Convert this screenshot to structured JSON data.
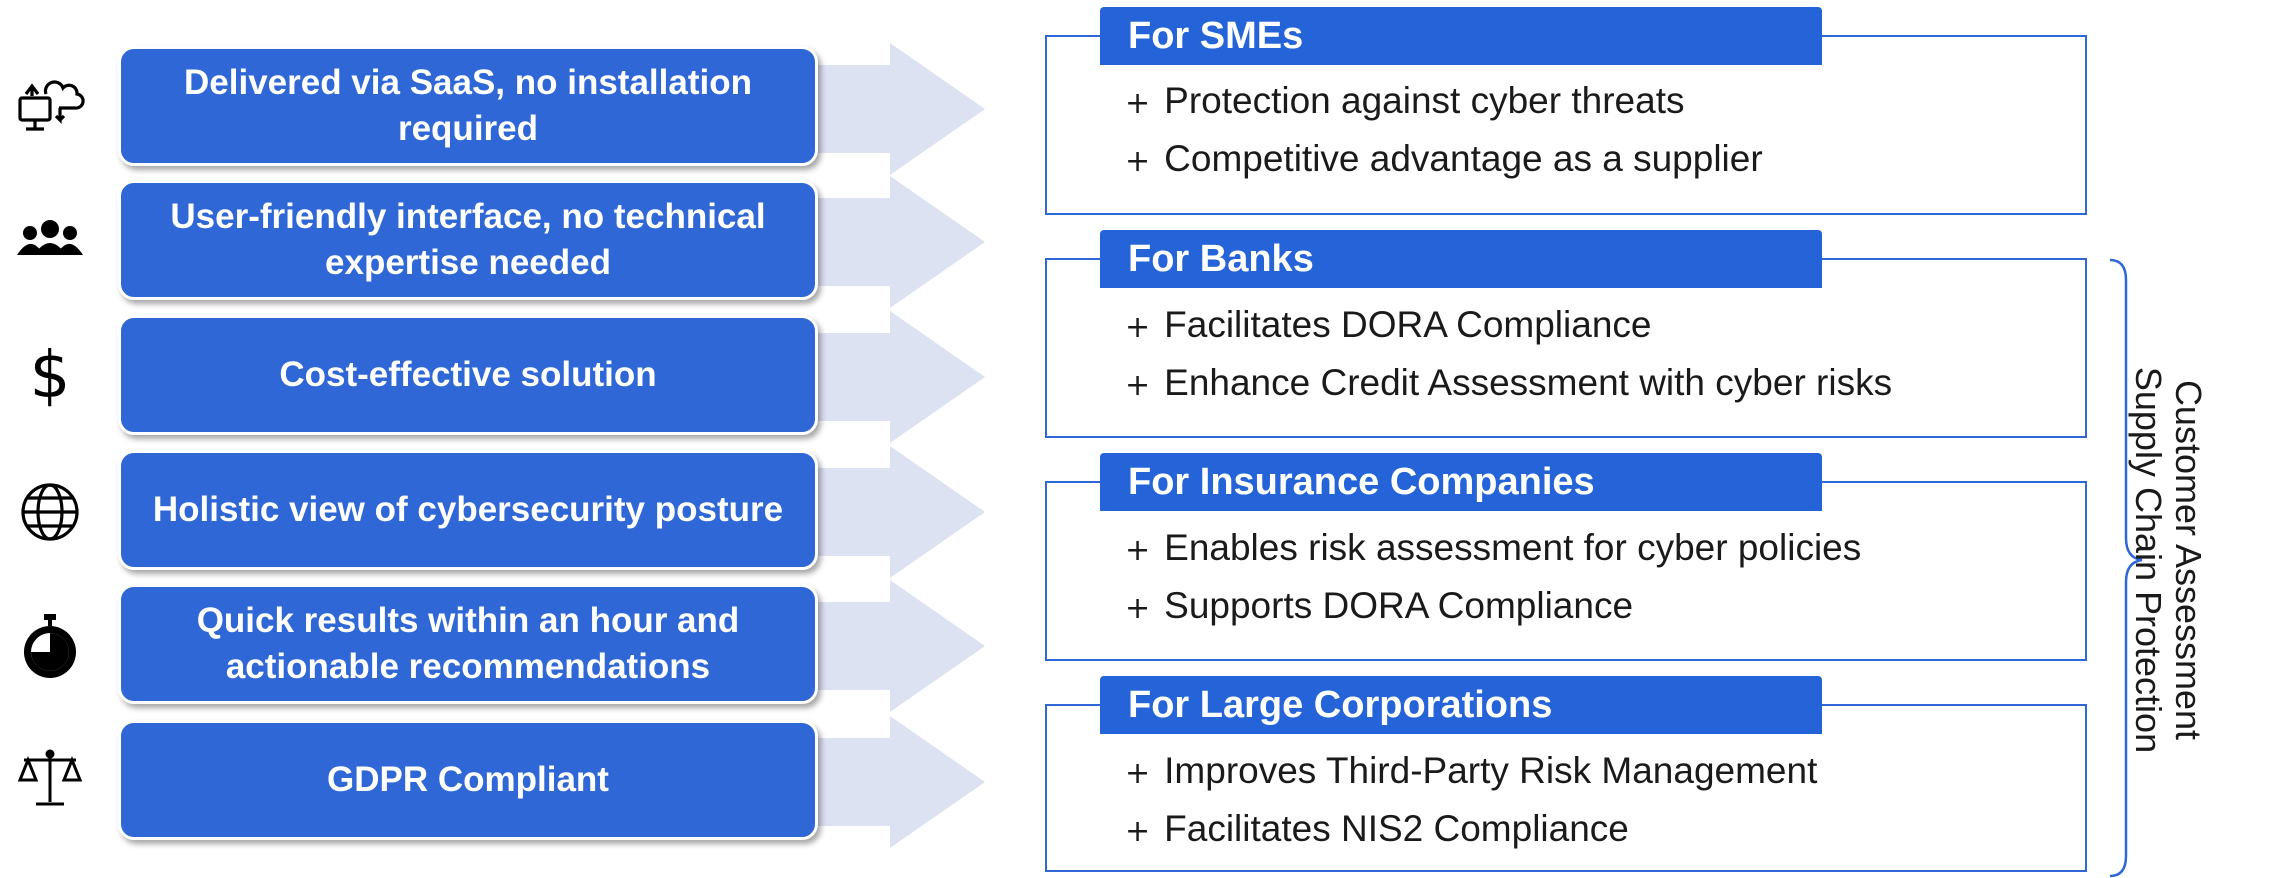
{
  "features": [
    {
      "label": "Delivered via SaaS, no installation required",
      "icon": "cloud-computer-icon"
    },
    {
      "label": "User-friendly interface, no technical expertise needed",
      "icon": "users-group-icon"
    },
    {
      "label": "Cost-effective solution",
      "icon": "dollar-icon"
    },
    {
      "label": "Holistic view of cybersecurity posture",
      "icon": "globe-icon"
    },
    {
      "label": "Quick results within an hour and actionable recommendations",
      "icon": "stopwatch-icon"
    },
    {
      "label": "GDPR Compliant",
      "icon": "scales-icon"
    }
  ],
  "icons": {
    "dollar_glyph": "$"
  },
  "audiences": [
    {
      "title": "For SMEs",
      "bullets": [
        "Protection against cyber threats",
        "Competitive advantage as a supplier"
      ]
    },
    {
      "title": "For Banks",
      "bullets": [
        "Facilitates DORA Compliance",
        "Enhance Credit Assessment with cyber risks"
      ]
    },
    {
      "title": "For Insurance Companies",
      "bullets": [
        "Enables risk assessment for cyber policies",
        "Supports DORA Compliance"
      ]
    },
    {
      "title": "For Large Corporations",
      "bullets": [
        "Improves Third-Party Risk Management",
        "Facilitates NIS2 Compliance"
      ]
    }
  ],
  "bullet_symbol": "+",
  "side_label": {
    "line1": "Customer Assessment",
    "line2": "Supply Chain Protection"
  },
  "colors": {
    "feature_blue": "#2f68d6",
    "title_blue": "#2464d8",
    "arrow_fill": "#dde2f3"
  }
}
